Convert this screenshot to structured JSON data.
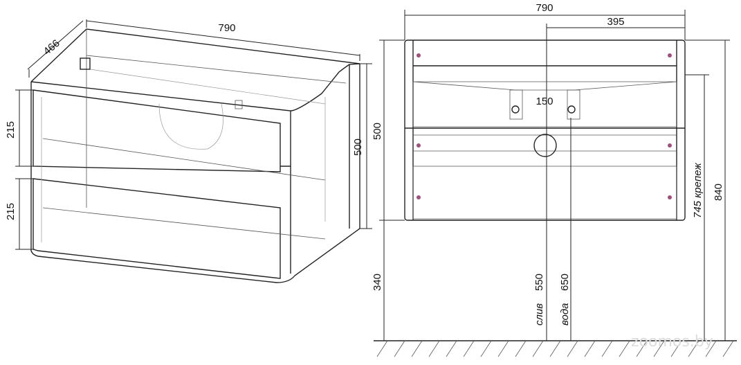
{
  "iso_view": {
    "width_label": "790",
    "depth_label": "466",
    "drawer_top_label": "215",
    "drawer_bottom_label": "215",
    "height_label": "500"
  },
  "front_view": {
    "width_label": "790",
    "half_width_label": "395",
    "bracket_spacing_label": "150",
    "height_label": "500",
    "floor_gap_label": "340",
    "drain_label": "слив",
    "drain_height": "550",
    "water_label": "вода",
    "water_height": "650",
    "mount_label": "745 крепеж",
    "total_height_label": "840"
  },
  "watermark": "zoomos.by",
  "colors": {
    "line": "#222222",
    "hole_marker": "#a0507a"
  }
}
